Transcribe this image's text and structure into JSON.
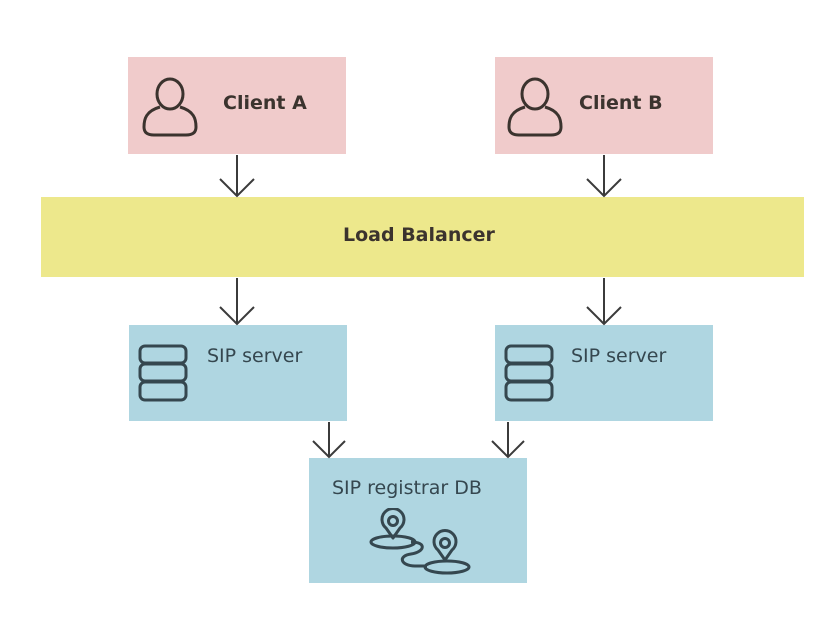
{
  "nodes": {
    "client_a": {
      "label": "Client A",
      "icon": "user-icon"
    },
    "client_b": {
      "label": "Client B",
      "icon": "user-icon"
    },
    "load_balancer": {
      "label": "Load Balancer"
    },
    "sip_server_left": {
      "label": "SIP server",
      "icon": "database-icon"
    },
    "sip_server_right": {
      "label": "SIP server",
      "icon": "database-icon"
    },
    "registrar": {
      "label": "SIP registrar DB",
      "icon": "map-route-icon"
    }
  },
  "edges": [
    {
      "from": "client_a",
      "to": "load_balancer"
    },
    {
      "from": "client_b",
      "to": "load_balancer"
    },
    {
      "from": "load_balancer",
      "to": "sip_server_left"
    },
    {
      "from": "load_balancer",
      "to": "sip_server_right"
    },
    {
      "from": "sip_server_left",
      "to": "registrar"
    },
    {
      "from": "sip_server_right",
      "to": "registrar"
    }
  ],
  "colors": {
    "client": "#f0cbcb",
    "load_balancer": "#ede88c",
    "server": "#afd6e1",
    "stroke": "#3b3b3b"
  }
}
